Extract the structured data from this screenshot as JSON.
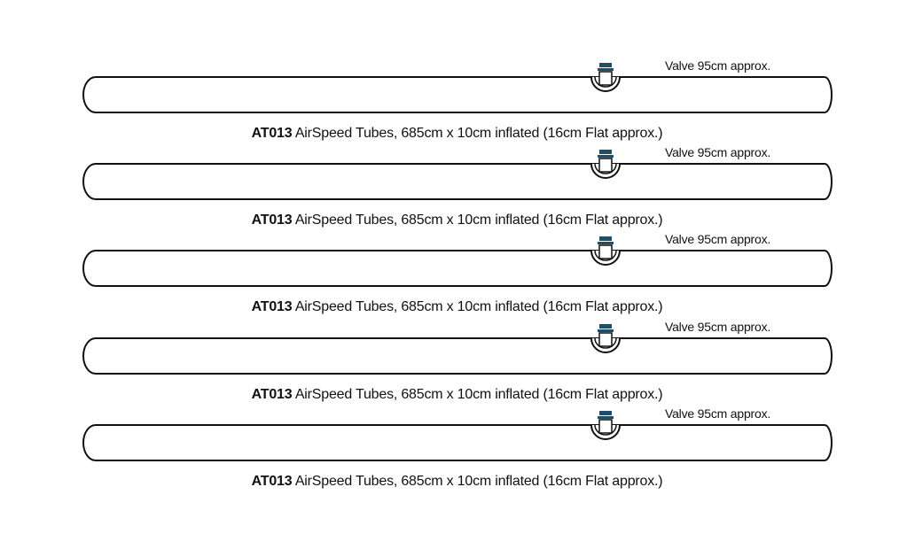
{
  "accent_color": "#1f4e66",
  "tubes": [
    {
      "code": "AT013",
      "description": "AirSpeed Tubes, 685cm x 10cm inflated (16cm Flat approx.)",
      "valve_note": "Valve 95cm approx."
    },
    {
      "code": "AT013",
      "description": "AirSpeed Tubes, 685cm x 10cm inflated (16cm Flat approx.)",
      "valve_note": "Valve 95cm approx."
    },
    {
      "code": "AT013",
      "description": "AirSpeed Tubes, 685cm x 10cm inflated (16cm Flat approx.)",
      "valve_note": "Valve 95cm approx."
    },
    {
      "code": "AT013",
      "description": "AirSpeed Tubes, 685cm x 10cm inflated (16cm Flat approx.)",
      "valve_note": "Valve 95cm approx."
    },
    {
      "code": "AT013",
      "description": "AirSpeed Tubes, 685cm x 10cm inflated (16cm Flat approx.)",
      "valve_note": "Valve 95cm approx."
    }
  ]
}
